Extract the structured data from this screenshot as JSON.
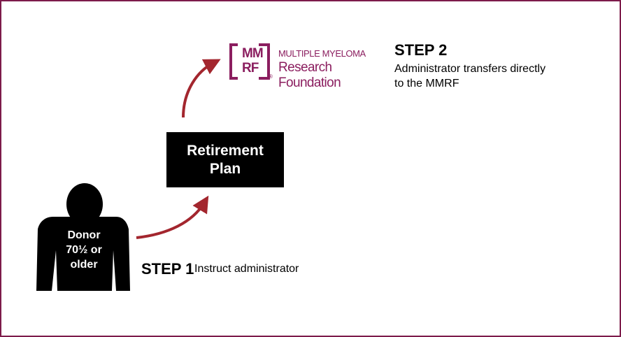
{
  "donor": {
    "lines": [
      "Donor",
      "70½ or",
      "older"
    ]
  },
  "retirement_plan": {
    "lines": [
      "Retirement",
      "Plan"
    ]
  },
  "logo": {
    "mark_top": "MM",
    "mark_bottom": "RF",
    "line1": "MULTIPLE MYELOMA",
    "line2": "Research Foundation",
    "registered": "®",
    "icon": "mmrf-logo-icon"
  },
  "step1": {
    "heading": "STEP 1",
    "text": "Instruct administrator"
  },
  "step2": {
    "heading": "STEP 2",
    "lines": [
      "Administrator transfers directly",
      "to the MMRF"
    ]
  },
  "colors": {
    "accent": "#8b1e5f",
    "arrow": "#a3262e",
    "border": "#7d1b4a",
    "box": "#000000"
  }
}
